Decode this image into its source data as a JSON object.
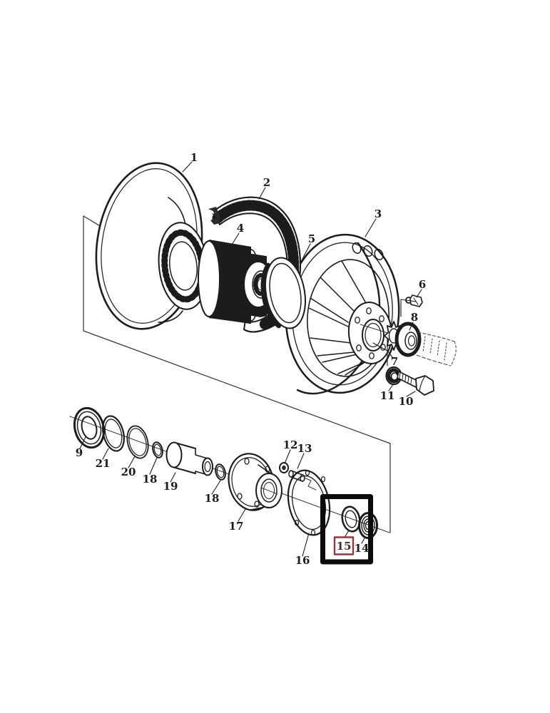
{
  "diagram": {
    "background_color": "#ffffff",
    "ink_color": "#1c1c1c",
    "centerline_color": "#3a3a3a",
    "highlight_frame_color": "#0b0b0b",
    "highlight_label_frame_color": "#8e3a40",
    "highlight_label_text_color": "#47272b",
    "highlighted_part": "15",
    "part_labels": [
      {
        "text": "1"
      },
      {
        "text": "2"
      },
      {
        "text": "3"
      },
      {
        "text": "4"
      },
      {
        "text": "5"
      },
      {
        "text": "6"
      },
      {
        "text": "8"
      },
      {
        "text": "7"
      },
      {
        "text": "11"
      },
      {
        "text": "10"
      },
      {
        "text": "9"
      },
      {
        "text": "21"
      },
      {
        "text": "20"
      },
      {
        "text": "18"
      },
      {
        "text": "19"
      },
      {
        "text": "18"
      },
      {
        "text": "17"
      },
      {
        "text": "12"
      },
      {
        "text": "13"
      },
      {
        "text": "16"
      },
      {
        "text": "15"
      },
      {
        "text": "14"
      }
    ]
  }
}
